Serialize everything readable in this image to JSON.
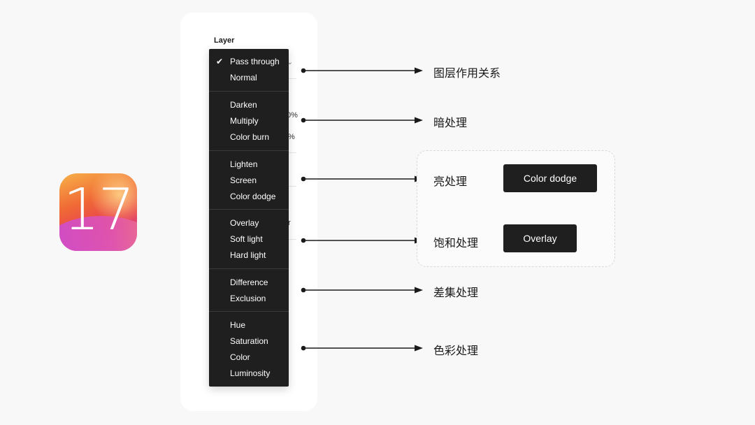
{
  "ios_icon": {
    "number": "17"
  },
  "panel": {
    "section_label": "Layer",
    "ghost_percent_1": "0%",
    "ghost_percent_2": "%",
    "ghost_char": "r"
  },
  "menu": {
    "selected": "Pass through",
    "groups": [
      [
        "Pass through",
        "Normal"
      ],
      [
        "Darken",
        "Multiply",
        "Color burn"
      ],
      [
        "Lighten",
        "Screen",
        "Color dodge"
      ],
      [
        "Overlay",
        "Soft light",
        "Hard light"
      ],
      [
        "Difference",
        "Exclusion"
      ],
      [
        "Hue",
        "Saturation",
        "Color",
        "Luminosity"
      ]
    ]
  },
  "categories": [
    "图层作用关系",
    "暗处理",
    "亮处理",
    "饱和处理",
    "差集处理",
    "色彩处理"
  ],
  "examples": {
    "dodge_label": "Color dodge",
    "overlay_label": "Overlay"
  },
  "colors": {
    "menu_bg": "#1f1f1f",
    "page_bg": "#f8f8f8",
    "icon_gradient": [
      "#f7b24a",
      "#e8434f",
      "#c65fd9"
    ]
  }
}
